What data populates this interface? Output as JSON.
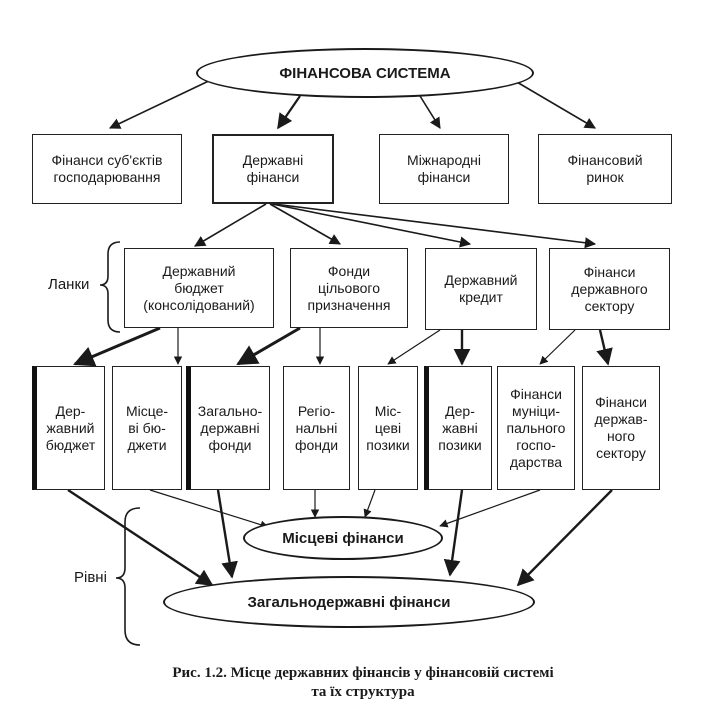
{
  "root": "ФІНАНСОВА СИСТЕМА",
  "level1": {
    "business": "Фінанси суб'єктів\nгосподарювання",
    "state": "Державні\nфінанси",
    "international": "Міжнародні\nфінанси",
    "market": "Фінансовий\nринок"
  },
  "links_label": "Ланки",
  "level2": {
    "budget": "Державний\nбюджет\n(консолідований)",
    "funds": "Фонди\nцільового\nпризначення",
    "credit": "Державний\nкредит",
    "sector": "Фінанси\nдержавного\nсектору"
  },
  "level3": {
    "state_budget": "Дер-\nжавний\nбюджет",
    "local_budgets": "Місце-\nві бю-\nджети",
    "general_funds": "Загально-\nдержавні\nфонди",
    "regional_funds": "Регіо-\nнальні\nфонди",
    "local_loans": "Міс-\nцеві\nпозики",
    "state_loans": "Дер-\nжавні\nпозики",
    "municipal": "Фінанси\nмуніци-\nпального\nгоспо-\nдарства",
    "public_sector": "Фінанси\nдержав-\nного\nсектору"
  },
  "levels_label": "Рівні",
  "local_finance": "Місцеві фінанси",
  "general_finance": "Загальнодержавні фінанси",
  "caption": {
    "line1": "Рис. 1.2. Місце державних фінансів у фінансовій системі",
    "line2": "та їх структура"
  }
}
